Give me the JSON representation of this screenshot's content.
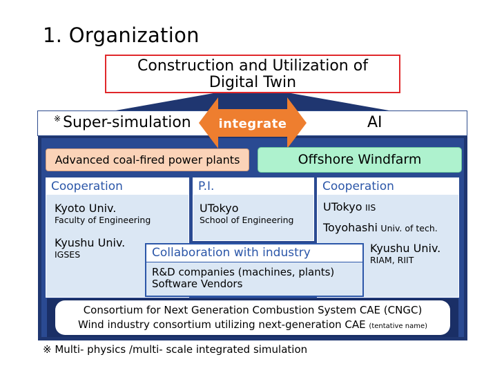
{
  "title": "1. Organization",
  "twin": {
    "line1": "Construction and Utilization of",
    "line2": "Digital Twin"
  },
  "sim_bar": {
    "mark": "※",
    "left": "Super-simulation",
    "center": "integrate",
    "right": "AI"
  },
  "colors": {
    "navy": "#1f3670",
    "red_border": "#e0272a",
    "arrow": "#ee7e2f",
    "coal_fill": "#fbd3b8",
    "wind_fill": "#aef2ce",
    "panel_fill": "#dbe7f4",
    "accent_blue": "#2b56a8"
  },
  "themes": {
    "coal": "Advanced coal-fired power plants",
    "wind": "Offshore Windfarm"
  },
  "cooperation_left": {
    "heading": "Cooperation",
    "org1": "Kyoto Univ.",
    "org1_sub": "Faculty of Engineering",
    "org2": "Kyushu Univ.",
    "org2_sub": "IGSES"
  },
  "pi": {
    "heading": "P.I.",
    "org": "UTokyo",
    "org_sub": "School of Engineering"
  },
  "cooperation_right": {
    "heading": "Cooperation",
    "org1": "UTokyo",
    "org1_sub": "IIS",
    "org2": "Toyohashi",
    "org2_sub": "Univ. of tech.",
    "org3": "Kyushu Univ.",
    "org3_sub": "RIAM,  RIIT"
  },
  "industry": {
    "heading": "Collaboration with industry",
    "line1": "R&D companies (machines, plants)",
    "line2": "Software Vendors"
  },
  "consortium": {
    "line1": "Consortium for Next Generation Combustion System CAE (CNGC)",
    "line2": "Wind industry consortium utilizing next-generation CAE",
    "line2_note": "(tentative name)"
  },
  "footnote": "※ Multi- physics /multi- scale integrated simulation"
}
